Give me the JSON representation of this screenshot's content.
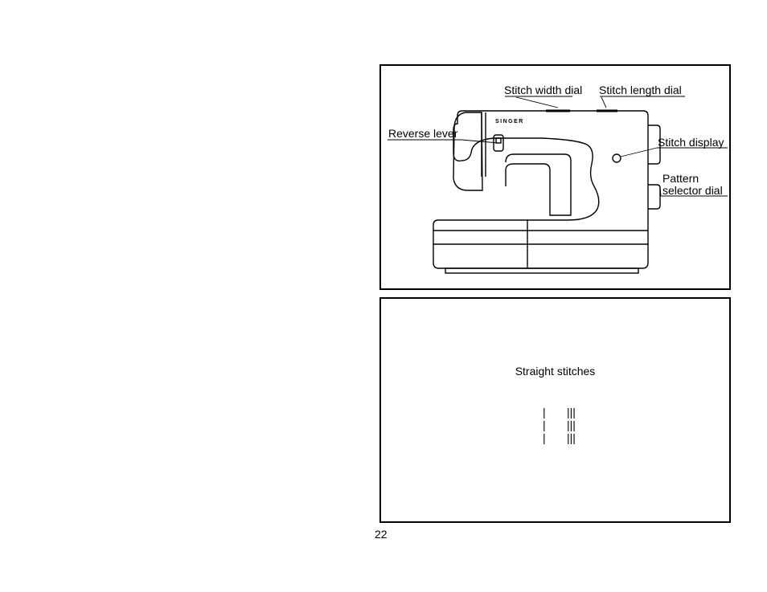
{
  "diagram": {
    "brand": "SINGER",
    "labels": {
      "stitch_width_dial": "Stitch width dial",
      "stitch_length_dial": "Stitch length dial",
      "reverse_lever": "Reverse lever",
      "stitch_display": "Stitch display",
      "pattern_selector_line1": "Pattern",
      "pattern_selector_line2": "selector dial"
    }
  },
  "stitches": {
    "heading": "Straight stitches",
    "rows": [
      {
        "left": "|",
        "right": "|||"
      },
      {
        "left": "|",
        "right": "|||"
      },
      {
        "left": "|",
        "right": "|||"
      }
    ]
  },
  "page_number": "22"
}
